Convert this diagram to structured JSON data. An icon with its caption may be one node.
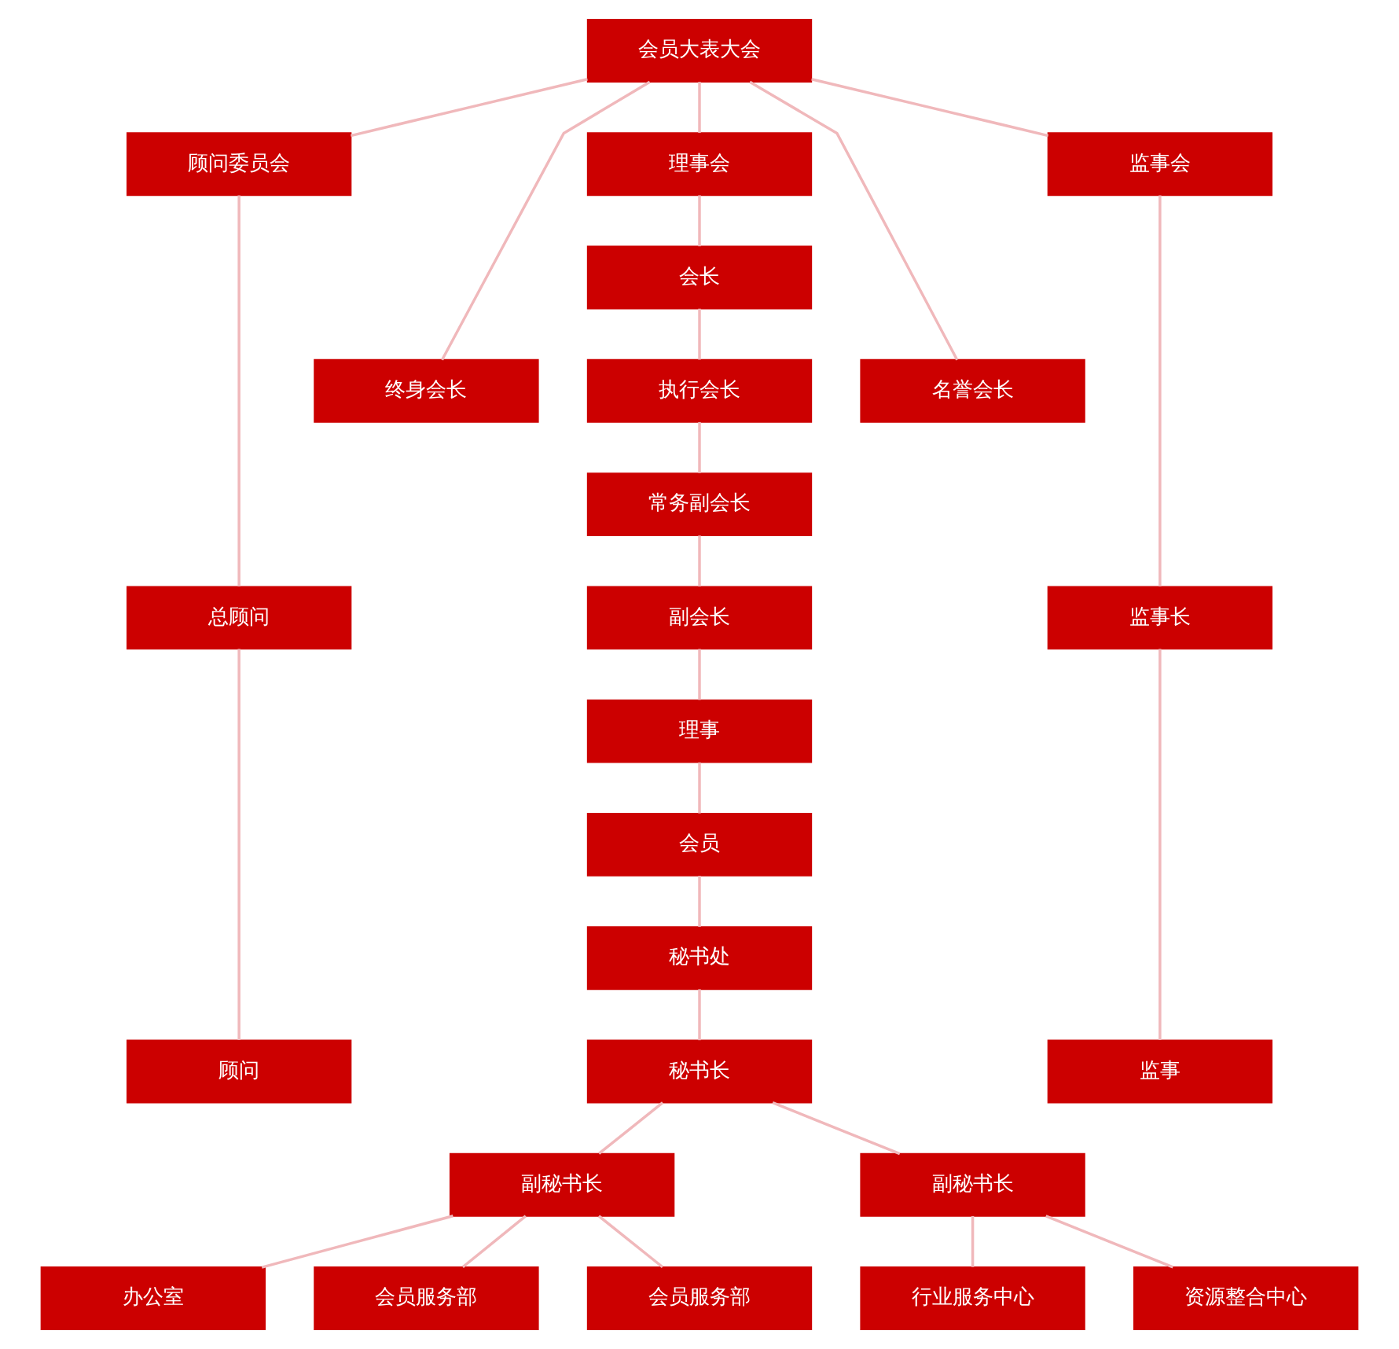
{
  "diagram": {
    "nodes": [
      {
        "text": [
          "会员大表大会"
        ]
      },
      {
        "text": [
          "顾问委员会"
        ]
      },
      {
        "text": [
          "理事会"
        ]
      },
      {
        "text": [
          "监事会"
        ]
      },
      {
        "text": [
          "会长"
        ]
      },
      {
        "text": [
          "终身会长"
        ]
      },
      {
        "text": [
          "执行会长"
        ]
      },
      {
        "text": [
          "名誉会长"
        ]
      },
      {
        "text": [
          "常务副会长"
        ]
      },
      {
        "text": [
          "总顾问"
        ]
      },
      {
        "text": [
          "副会长"
        ]
      },
      {
        "text": [
          "监事长"
        ]
      },
      {
        "text": [
          "理事"
        ]
      },
      {
        "text": [
          "会员"
        ]
      },
      {
        "text": [
          "秘书处"
        ]
      },
      {
        "text": [
          "顾问"
        ]
      },
      {
        "text": [
          "秘书长"
        ]
      },
      {
        "text": [
          "监事"
        ]
      },
      {
        "text": [
          "副秘书长"
        ]
      },
      {
        "text": [
          "副秘书长"
        ]
      },
      {
        "text": [
          "办公室"
        ]
      },
      {
        "text": [
          "会员服务部"
        ]
      },
      {
        "text": [
          "会员服务部"
        ]
      },
      {
        "text": [
          "行业服务中心"
        ]
      },
      {
        "text": [
          "资源整合中心"
        ]
      }
    ],
    "edges": [
      {
        "from": 0,
        "to": 1,
        "arrow": "none"
      },
      {
        "from": 0,
        "to": 5,
        "arrow": "none"
      },
      {
        "from": 0,
        "to": 2,
        "arrow": "none"
      },
      {
        "from": 0,
        "to": 7,
        "arrow": "none"
      },
      {
        "from": 0,
        "to": 3,
        "arrow": "none"
      },
      {
        "from": 1,
        "to": 9,
        "arrow": "none"
      },
      {
        "from": 2,
        "to": 4,
        "arrow": "none"
      },
      {
        "from": 3,
        "to": 11,
        "arrow": "none"
      },
      {
        "from": 4,
        "to": 6,
        "arrow": "none"
      },
      {
        "from": 6,
        "to": 8,
        "arrow": "none"
      },
      {
        "from": 8,
        "to": 10,
        "arrow": "none"
      },
      {
        "from": 9,
        "to": 15,
        "arrow": "none"
      },
      {
        "from": 10,
        "to": 12,
        "arrow": "none"
      },
      {
        "from": 11,
        "to": 17,
        "arrow": "none"
      },
      {
        "from": 12,
        "to": 13,
        "arrow": "none"
      },
      {
        "from": 13,
        "to": 14,
        "arrow": "none"
      },
      {
        "from": 14,
        "to": 16,
        "arrow": "none"
      },
      {
        "from": 16,
        "to": 18,
        "arrow": "none"
      },
      {
        "from": 16,
        "to": 19,
        "arrow": "none"
      },
      {
        "from": 18,
        "to": 20,
        "arrow": "none"
      },
      {
        "from": 18,
        "to": 21,
        "arrow": "none"
      },
      {
        "from": 18,
        "to": 22,
        "arrow": "none"
      },
      {
        "from": 19,
        "to": 23,
        "arrow": "none"
      },
      {
        "from": 19,
        "to": 24,
        "arrow": "none"
      }
    ]
  }
}
